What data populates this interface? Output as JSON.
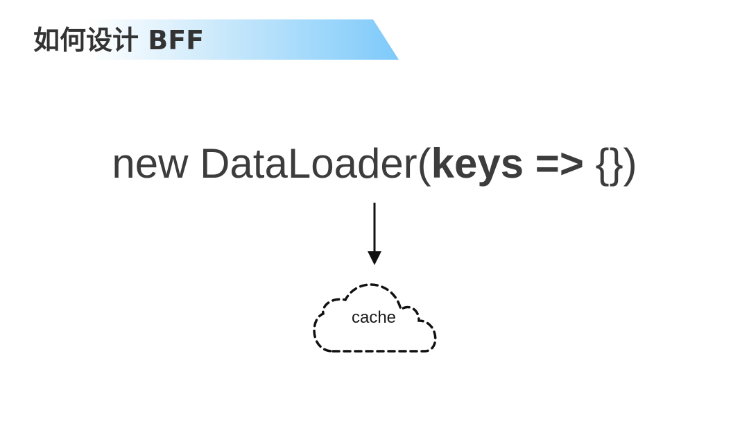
{
  "slide": {
    "title": "如何设计 BFF",
    "code": {
      "prefix": "new DataLoader(",
      "emphasis": "keys =>",
      "suffix": " {})"
    },
    "cache_label": "cache"
  },
  "colors": {
    "title_gradient_end": "#7ec9fa",
    "text": "#3c3c3c",
    "arrow": "#111111"
  }
}
